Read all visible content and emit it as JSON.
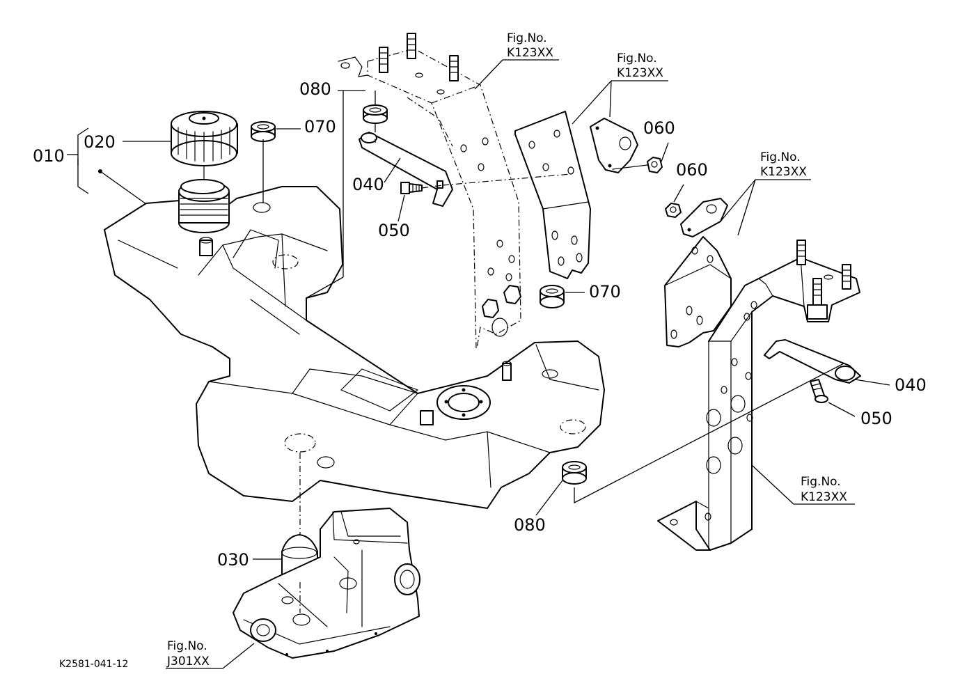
{
  "diagram_code": "K2581-041-12",
  "part_numbers": {
    "p010": "010",
    "p020": "020",
    "p030": "030",
    "p040_left": "040",
    "p040_right": "040",
    "p050_left": "050",
    "p050_right": "050",
    "p060_upper": "060",
    "p060_lower": "060",
    "p070_left": "070",
    "p070_right": "070",
    "p080_upper": "080",
    "p080_lower": "080"
  },
  "figure_refs": {
    "label": "Fig.No.",
    "ref_a": "K123XX",
    "ref_b": "K123XX",
    "ref_c": "K123XX",
    "ref_d": "K123XX",
    "ref_e": "J301XX"
  }
}
